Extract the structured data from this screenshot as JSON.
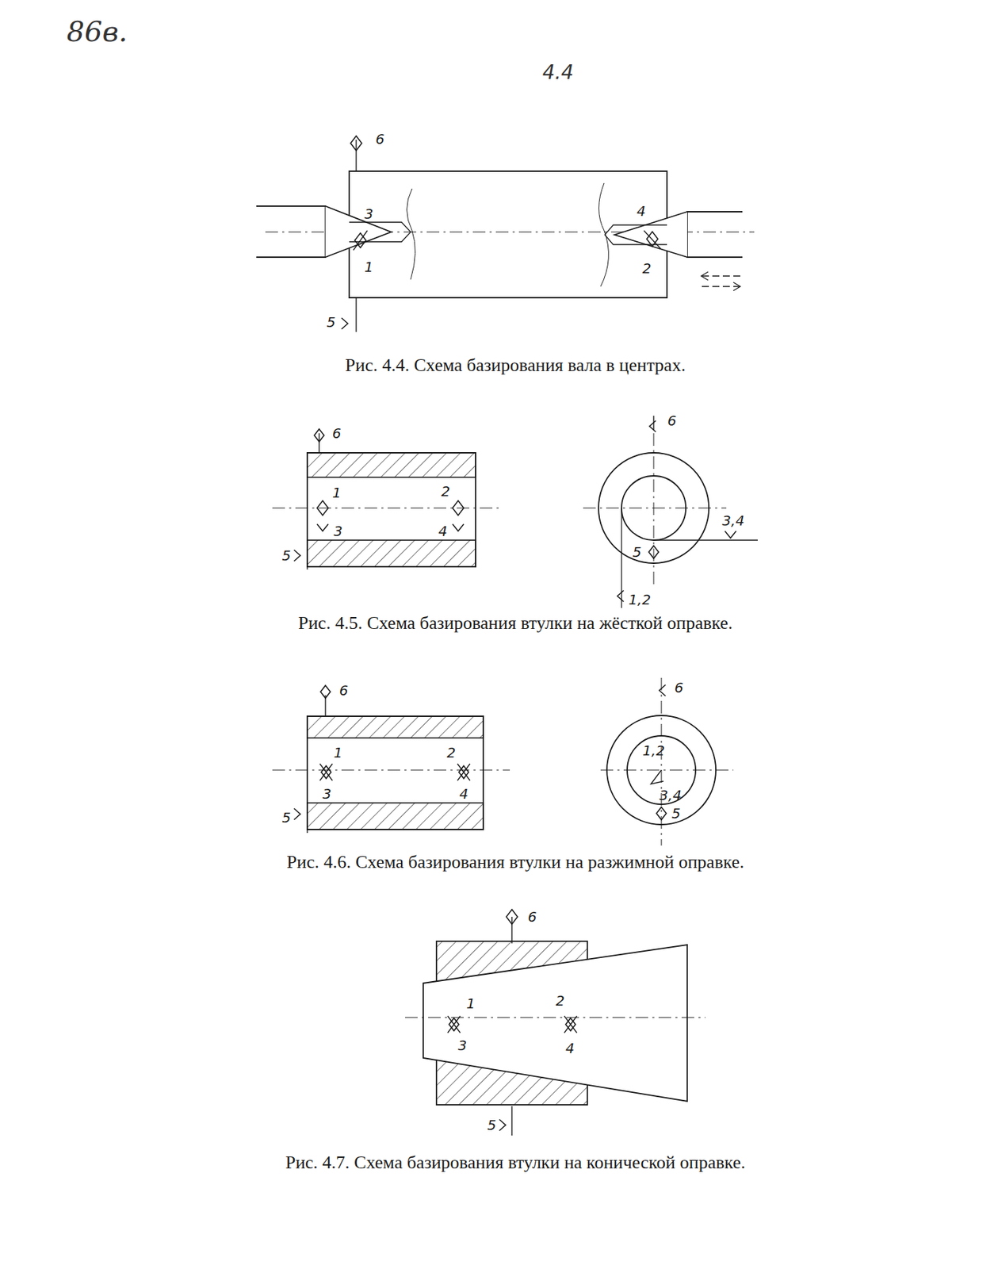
{
  "diagram": {
    "labels": [
      "86в.",
      "4.4",
      "6",
      "3",
      "4",
      "1",
      "2",
      "5",
      "Рис. 4.4. Схема базирования вала в центрах.",
      "6",
      "1",
      "2",
      "3",
      "4",
      "5",
      "6",
      "3,4",
      "5",
      "1,2",
      "Рис. 4.5. Схема базирования втулки на жёсткой оправке.",
      "6",
      "1",
      "2",
      "3",
      "4",
      "5",
      "6",
      "1,2",
      "3,4",
      "5",
      "Рис. 4.6. Схема базирования втулки на разжимной оправке.",
      "6",
      "1",
      "3",
      "2",
      "4",
      "5",
      "Рис. 4.7. Схема базирования втулки на конической оправке."
    ]
  }
}
